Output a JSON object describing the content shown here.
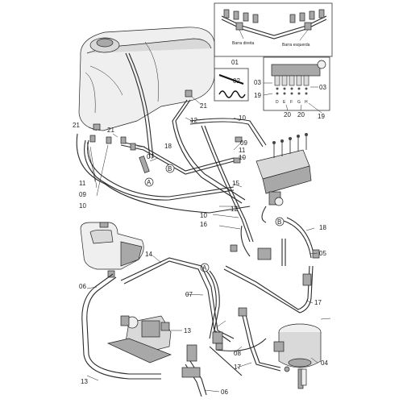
{
  "labels": {
    "l01": "01",
    "l02": "02",
    "l03a": "03",
    "l03b": "03",
    "l19a": "19",
    "l19b": "19",
    "ld": "D",
    "le": "E",
    "lf": "F",
    "lg": "G",
    "lh": "H",
    "l20a": "20",
    "l20b": "20",
    "l21a": "21",
    "l21b": "21",
    "l21c": "21",
    "l12a": "12",
    "l12b": "12",
    "l10a": "10",
    "l10b": "10",
    "l10c": "10",
    "l09a": "09",
    "l09b": "09",
    "l11a": "11",
    "l11b": "11",
    "l07a": "07",
    "l07b": "07",
    "l18a": "18",
    "l18b": "18",
    "l15": "15",
    "l16": "16",
    "l14": "14",
    "l05": "05",
    "l17a": "17",
    "l17b": "17",
    "l06a": "06",
    "l06b": "06",
    "l13a": "13",
    "l13b": "13",
    "l08": "08",
    "l04": "04"
  },
  "callouts": {
    "a1": "A",
    "a2": "A",
    "b1": "B",
    "b2": "B"
  },
  "inset": {
    "right_boom": "Barra direita",
    "left_boom": "Barra esquerda"
  }
}
